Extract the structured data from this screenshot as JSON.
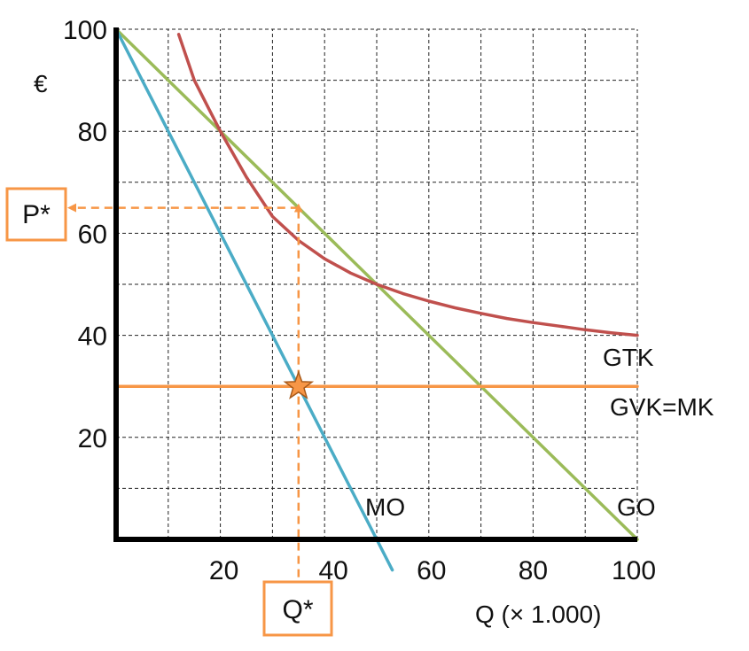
{
  "chart_data": {
    "type": "line",
    "title": "",
    "xlabel": "Q (× 1.000)",
    "ylabel": "€",
    "xlim": [
      0,
      100
    ],
    "ylim": [
      0,
      100
    ],
    "grid": true,
    "x_ticks": [
      20,
      40,
      60,
      80,
      100
    ],
    "y_ticks": [
      20,
      40,
      60,
      80,
      100
    ],
    "grid_step": 10,
    "series": [
      {
        "name": "GO",
        "color": "#9bbb59",
        "points": [
          [
            0,
            100
          ],
          [
            100,
            0
          ]
        ]
      },
      {
        "name": "MO",
        "color": "#4bacc6",
        "points": [
          [
            0,
            100
          ],
          [
            50,
            0
          ],
          [
            53,
            -6
          ]
        ]
      },
      {
        "name": "GVK=MK",
        "color": "#f79646",
        "points": [
          [
            0,
            30
          ],
          [
            100,
            30
          ]
        ]
      },
      {
        "name": "GTK",
        "color": "#c0504d",
        "points": [
          [
            12,
            99
          ],
          [
            15,
            90
          ],
          [
            18,
            84
          ],
          [
            20,
            80
          ],
          [
            25,
            71
          ],
          [
            30,
            63.3
          ],
          [
            35,
            58.6
          ],
          [
            40,
            55
          ],
          [
            45,
            52.2
          ],
          [
            50,
            50
          ],
          [
            55,
            48.2
          ],
          [
            60,
            46.7
          ],
          [
            65,
            45.4
          ],
          [
            70,
            44.3
          ],
          [
            75,
            43.3
          ],
          [
            80,
            42.5
          ],
          [
            85,
            41.8
          ],
          [
            90,
            41.1
          ],
          [
            95,
            40.5
          ],
          [
            100,
            40
          ]
        ]
      }
    ],
    "markers": [
      {
        "name": "optimum",
        "shape": "star",
        "color": "#f79646",
        "x": 35,
        "y": 30
      }
    ],
    "guides": [
      {
        "name": "q-star-guide",
        "color": "#f79646",
        "from": [
          35,
          -10
        ],
        "to": [
          35,
          65
        ],
        "arrow": "end"
      },
      {
        "name": "p-star-guide",
        "color": "#f79646",
        "from": [
          35,
          65
        ],
        "to": [
          -8.5,
          65
        ],
        "arrow": "end"
      }
    ],
    "annotations": {
      "p_star": "P*",
      "q_star": "Q*"
    }
  }
}
